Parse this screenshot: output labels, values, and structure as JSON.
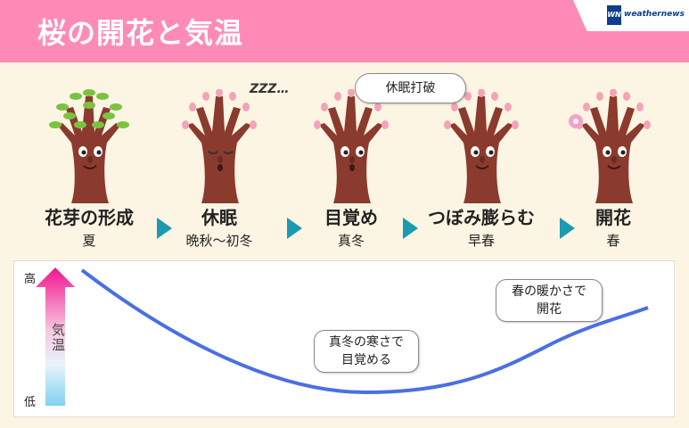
{
  "header": {
    "title": "桜の開花と気温",
    "logo_mark": "WN",
    "logo_text": "weathernews"
  },
  "colors": {
    "header": "#FF8AB5",
    "background": "#FDF5E3",
    "arrow": "#1A9BB0",
    "curve": "#4A6FE3",
    "trunk": "#8B3A2E",
    "leaf": "#7CC242",
    "bud": "#F4A3B8"
  },
  "stages": [
    {
      "name": "花芽の形成",
      "season": "夏",
      "icon": "leafy-tree"
    },
    {
      "name": "休眠",
      "season": "晩秋～初冬",
      "icon": "sleeping-tree"
    },
    {
      "name": "目覚め",
      "season": "真冬",
      "icon": "waking-tree"
    },
    {
      "name": "つぼみ膨らむ",
      "season": "早春",
      "icon": "budding-tree"
    },
    {
      "name": "開花",
      "season": "春",
      "icon": "blooming-tree"
    }
  ],
  "zzz": "ZZZ…",
  "bubble_top": "休眠打破",
  "graph": {
    "high": "高",
    "low": "低",
    "axis_label": "気温",
    "note_winter": [
      "真冬の寒さで",
      "目覚める"
    ],
    "note_spring": [
      "春の暖かさで",
      "開花"
    ]
  }
}
